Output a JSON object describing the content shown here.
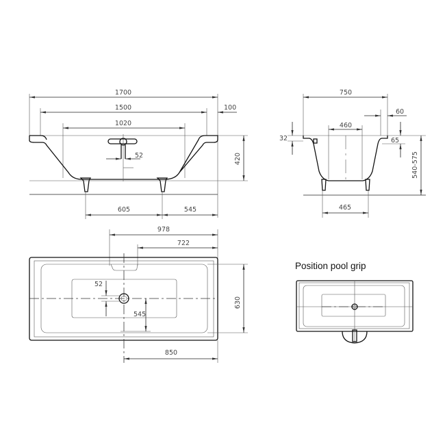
{
  "side_view": {
    "dims": {
      "total_length": "1700",
      "inner_length": "1500",
      "bottom_length": "1020",
      "rim_width": "100",
      "waste_offset": "52",
      "height": "420",
      "foot_left": "605",
      "foot_right": "545"
    }
  },
  "end_view": {
    "dims": {
      "total_width": "750",
      "rim_right": "60",
      "bottom_width": "460",
      "rim_thickness": "32",
      "rim_depth": "65",
      "overall_height": "540-575",
      "foot_spacing": "465"
    }
  },
  "plan_view": {
    "dims": {
      "overflow_to_end": "978",
      "overflow_inner": "722",
      "waste_offset": "52",
      "waste_to_wall": "545",
      "inner_width": "630",
      "waste_to_end": "850"
    }
  },
  "pool_grip": {
    "title": "Position pool grip"
  }
}
